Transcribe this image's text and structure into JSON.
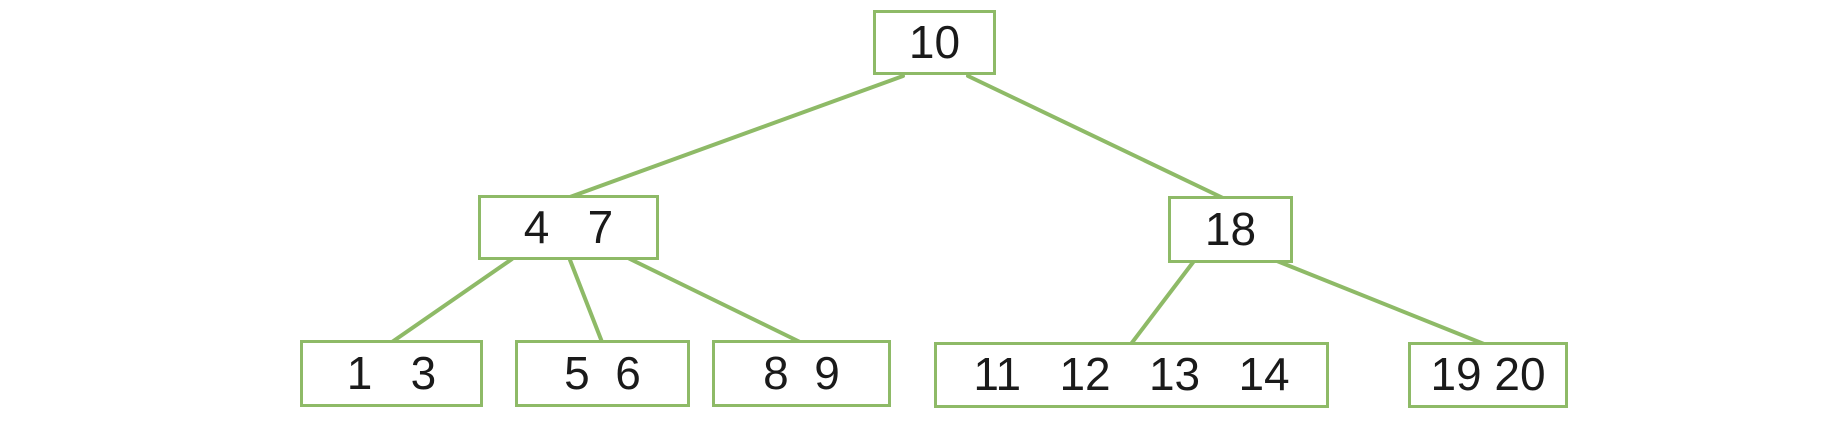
{
  "diagram": {
    "kind": "b-tree",
    "accent_color": "#8eba67",
    "text_color": "#1a1a1a",
    "background_color": "#ffffff",
    "levels": 3,
    "nodes": {
      "root": {
        "keys": [
          10
        ],
        "label": "10",
        "parent": null,
        "level": 0
      },
      "n4_7": {
        "keys": [
          4,
          7
        ],
        "label": "4   7",
        "parent": "root",
        "level": 1
      },
      "n18": {
        "keys": [
          18
        ],
        "label": "18",
        "parent": "root",
        "level": 1
      },
      "n1_3": {
        "keys": [
          1,
          3
        ],
        "label": "1   3",
        "parent": "n4_7",
        "level": 2
      },
      "n5_6": {
        "keys": [
          5,
          6
        ],
        "label": "5  6",
        "parent": "n4_7",
        "level": 2
      },
      "n8_9": {
        "keys": [
          8,
          9
        ],
        "label": "8  9",
        "parent": "n4_7",
        "level": 2
      },
      "n11_14": {
        "keys": [
          11,
          12,
          13,
          14
        ],
        "label": "11   12   13   14",
        "parent": "n18",
        "level": 2
      },
      "n19_20": {
        "keys": [
          19,
          20
        ],
        "label": "19 20",
        "parent": "n18",
        "level": 2
      }
    },
    "edges": [
      [
        "root",
        "n4_7"
      ],
      [
        "root",
        "n18"
      ],
      [
        "n4_7",
        "n1_3"
      ],
      [
        "n4_7",
        "n5_6"
      ],
      [
        "n4_7",
        "n8_9"
      ],
      [
        "n18",
        "n11_14"
      ],
      [
        "n18",
        "n19_20"
      ]
    ]
  }
}
